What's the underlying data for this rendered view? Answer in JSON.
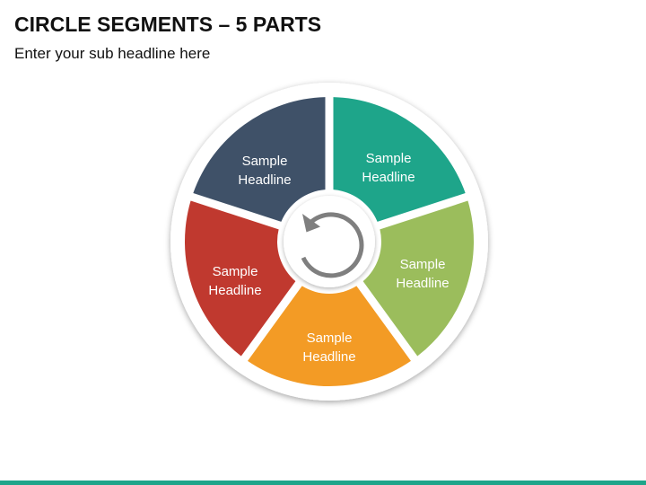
{
  "slide": {
    "title": "CIRCLE SEGMENTS – 5 PARTS",
    "subtitle": "Enter your sub headline here"
  },
  "diagram": {
    "center_icon": "refresh-cycle-icon",
    "segments": [
      {
        "line1": "Sample",
        "line2": "Headline",
        "color": "#1ea58a"
      },
      {
        "line1": "Sample",
        "line2": "Headline",
        "color": "#9bbd5c"
      },
      {
        "line1": "Sample",
        "line2": "Headline",
        "color": "#f39b25"
      },
      {
        "line1": "Sample",
        "line2": "Headline",
        "color": "#c0392f"
      },
      {
        "line1": "Sample",
        "line2": "Headline",
        "color": "#3f5168"
      }
    ]
  },
  "colors": {
    "ring": "#ffffff",
    "icon": "#7f7f7f",
    "accent_bar": "#1ea58a"
  }
}
